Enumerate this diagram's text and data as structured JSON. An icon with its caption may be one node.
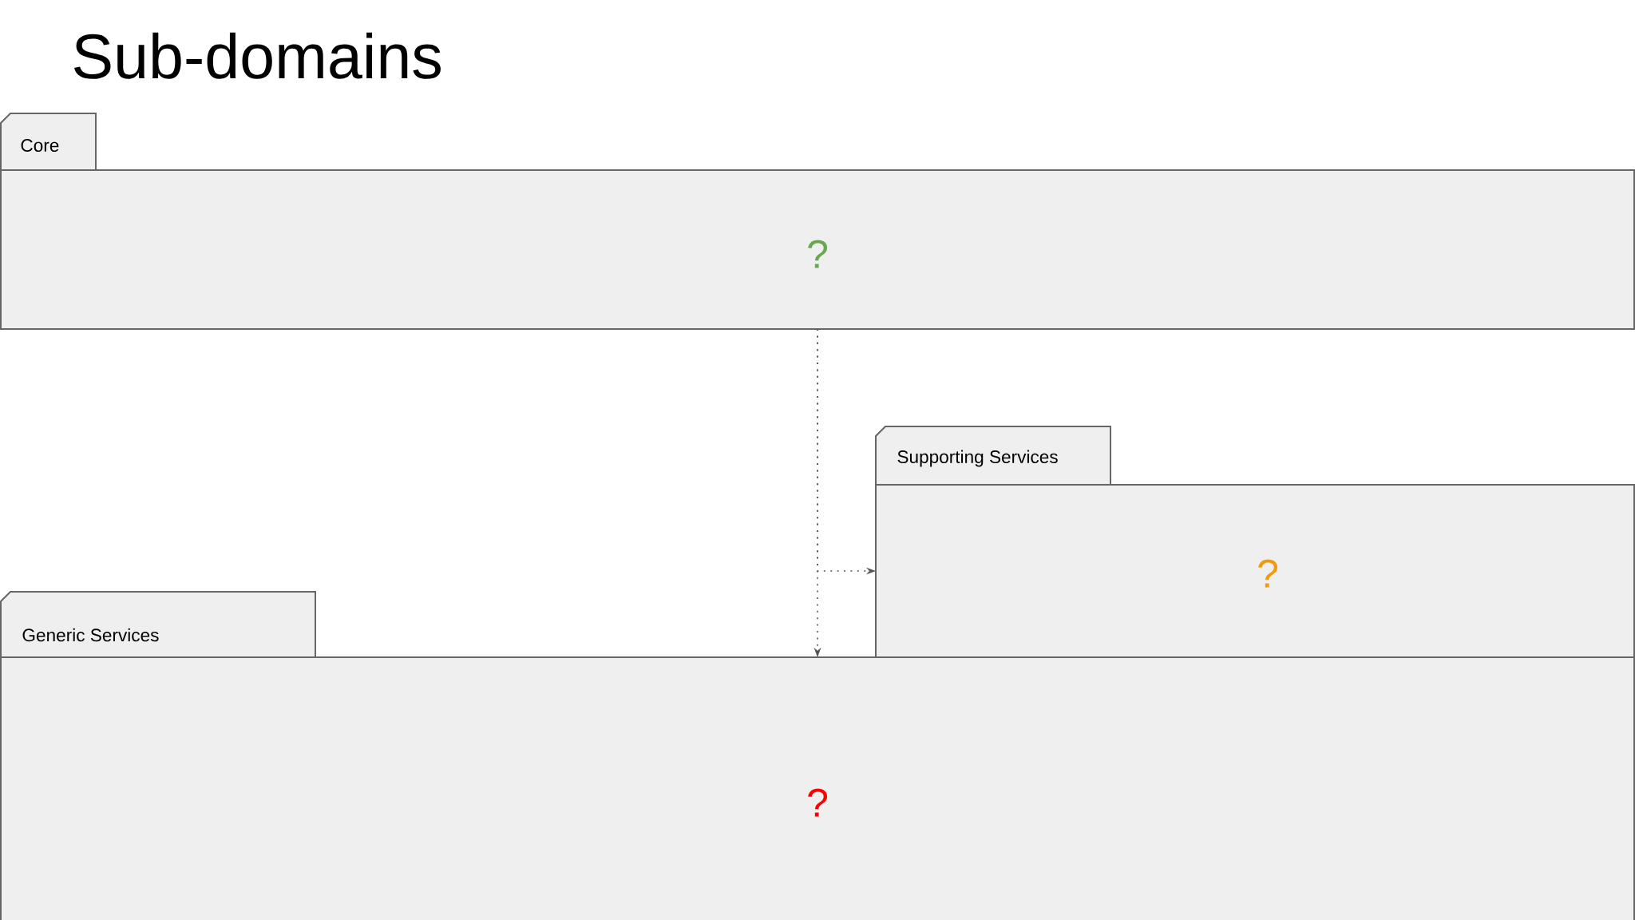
{
  "diagram": {
    "title": "Sub-domains",
    "nodes": [
      {
        "text": [
          "Core",
          "?"
        ]
      },
      {
        "text": [
          "Supporting Services",
          "?"
        ]
      },
      {
        "text": [
          "Generic Services",
          "?"
        ]
      }
    ],
    "edges": [
      {
        "from": 0,
        "to": 1,
        "arrow": "to",
        "style": "dashed"
      },
      {
        "from": 0,
        "to": 2,
        "arrow": "to",
        "style": "dashed"
      }
    ]
  }
}
